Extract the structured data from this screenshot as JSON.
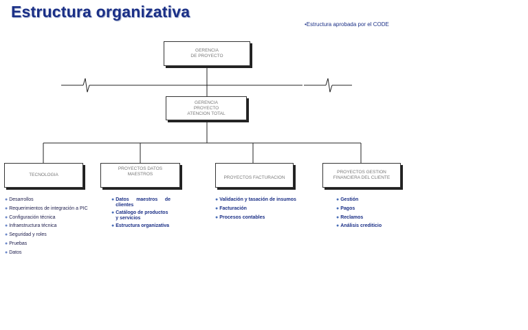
{
  "title": "Estructura organizativa",
  "note": "•Estructura aprobada por el CODE",
  "boxes": {
    "gerencia_proyecto": [
      "GERENCIA",
      "DE PROYECTO"
    ],
    "gerencia_atencion": [
      "GERENCIA",
      "PROYECTO",
      "ATENCION TOTAL"
    ],
    "tecnologia": [
      "TECNOLOGIA"
    ],
    "datos_maestros": [
      "PROYECTOS DATOS",
      "MAESTROS"
    ],
    "facturacion": [
      "PROYECTOS FACTURACION"
    ],
    "gestion_financiera": [
      "PROYECTOS GESTION",
      "FINANCIERA DEL CLIENTE"
    ]
  },
  "lists": {
    "tecnologia": [
      "Desarrollos",
      "Requerimientos de integración a PIC",
      "Configuración técnica",
      "Infraestructura técnica",
      "Seguridad y roles",
      "Pruebas",
      "Datos"
    ],
    "datos_maestros": [
      "Datos maestros de clientes",
      "Catálogo de productos y servicios",
      "Estructura organizativa"
    ],
    "facturacion": [
      "Validación y tasación de insumos",
      "Facturación",
      "Procesos contables"
    ],
    "gestion_financiera": [
      "Gestión",
      "Pagos",
      "Reclamos",
      "Análisis crediticio"
    ]
  },
  "colors": {
    "title": "#1a2f86",
    "list_text": "#1a2f86",
    "bullet": "#4a6fb8",
    "box_text": "#777777",
    "lines": "#222222"
  }
}
